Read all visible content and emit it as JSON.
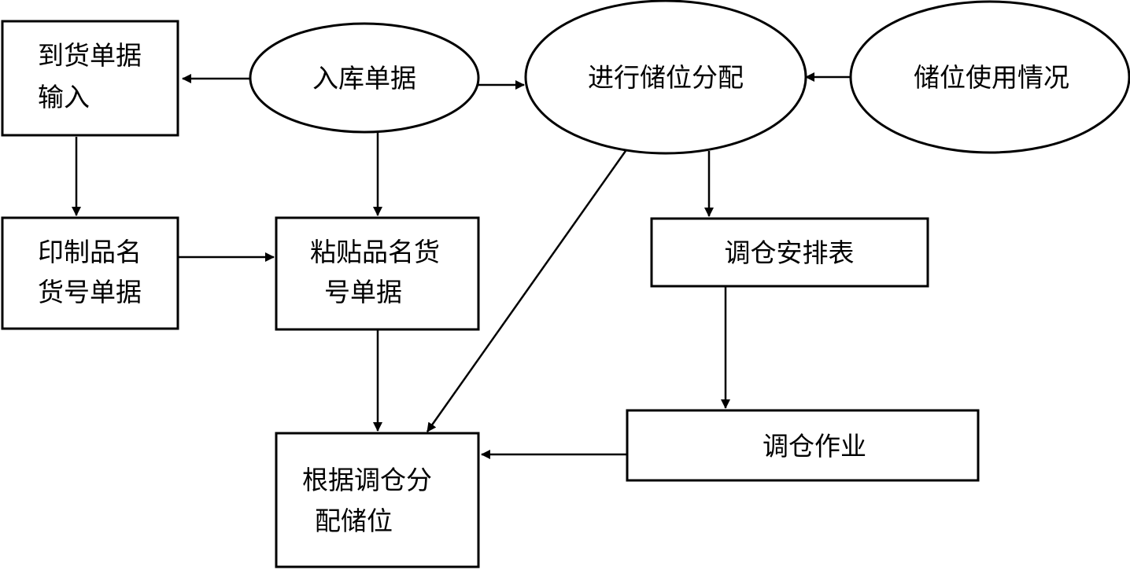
{
  "nodes": {
    "arrival_input": [
      "到货单据",
      "输入"
    ],
    "warehouse_docs": [
      "入库单据"
    ],
    "slot_allocation": [
      "进行储位分配"
    ],
    "slot_usage": [
      "储位使用情况"
    ],
    "print_labels": [
      "印制品名",
      "货号单据"
    ],
    "paste_labels": [
      "粘贴品名货",
      "号单据"
    ],
    "transfer_schedule": [
      "调仓安排表"
    ],
    "transfer_operation": [
      "调仓作业"
    ],
    "assign_slots": [
      "根据调仓分",
      "配储位"
    ]
  },
  "edges": [
    {
      "from": "warehouse_docs",
      "to": "arrival_input"
    },
    {
      "from": "warehouse_docs",
      "to": "slot_allocation"
    },
    {
      "from": "slot_usage",
      "to": "slot_allocation"
    },
    {
      "from": "arrival_input",
      "to": "print_labels"
    },
    {
      "from": "warehouse_docs",
      "to": "paste_labels"
    },
    {
      "from": "print_labels",
      "to": "paste_labels"
    },
    {
      "from": "slot_allocation",
      "to": "transfer_schedule"
    },
    {
      "from": "slot_allocation",
      "to": "assign_slots"
    },
    {
      "from": "paste_labels",
      "to": "assign_slots"
    },
    {
      "from": "transfer_schedule",
      "to": "transfer_operation"
    },
    {
      "from": "transfer_operation",
      "to": "assign_slots"
    }
  ]
}
